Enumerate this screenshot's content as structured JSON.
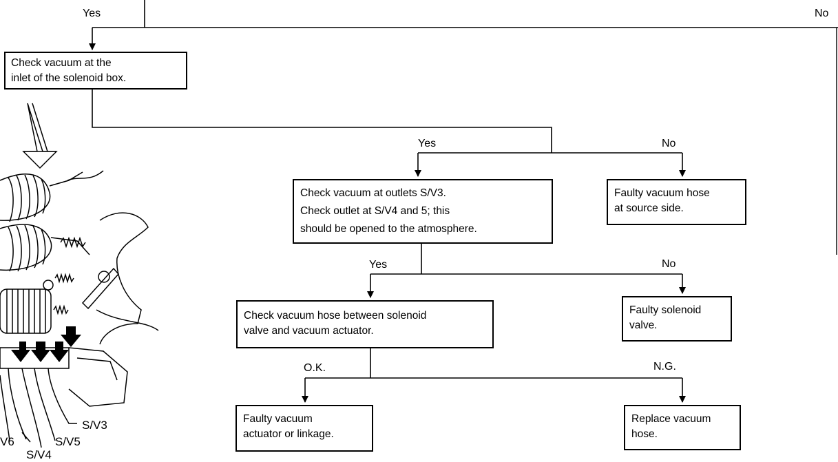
{
  "labels": {
    "yes_top": "Yes",
    "no_top": "No",
    "yes_2": "Yes",
    "no_2": "No",
    "yes_3": "Yes",
    "no_3": "No",
    "ok_4": "O.K.",
    "ng_4": "N.G."
  },
  "boxes": {
    "check_inlet": [
      "Check vacuum at the",
      "inlet of the solenoid box."
    ],
    "check_outlets": [
      "Check vacuum at outlets S/V3.",
      "Check outlet at S/V4 and 5; this",
      "should be opened to the atmosphere."
    ],
    "faulty_hose_source": [
      "Faulty vacuum hose",
      "at source side."
    ],
    "check_hose_between": [
      "Check vacuum hose between solenoid",
      "valve and vacuum actuator."
    ],
    "faulty_solenoid": [
      "Faulty solenoid",
      "valve."
    ],
    "faulty_actuator": [
      "Faulty vacuum",
      "actuator or linkage."
    ],
    "replace_hose": [
      "Replace vacuum",
      "hose."
    ]
  },
  "illustration": {
    "callouts": [
      "S/V3",
      "S/V5",
      "S/V4",
      "V6"
    ]
  }
}
